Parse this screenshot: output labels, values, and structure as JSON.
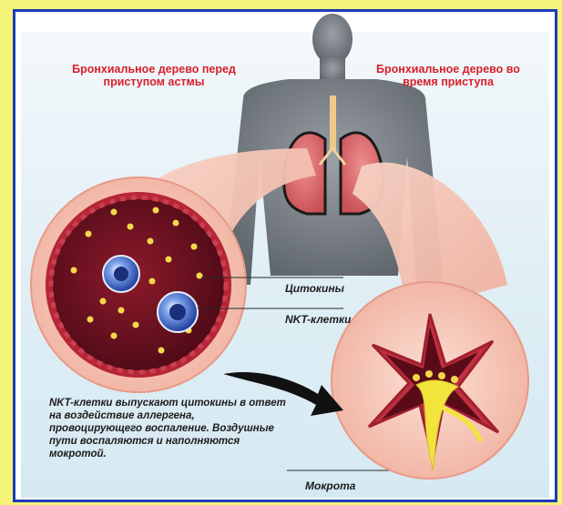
{
  "titles": {
    "before": "Бронхиальное дерево перед приступом астмы",
    "during": "Бронхиальное дерево во время приступа"
  },
  "labels": {
    "cytokines": "Цитокины",
    "nkt_cells": "NKT-клетки",
    "mucus": "Мокрота"
  },
  "caption": "NKT-клетки выпускают цитокины в ответ на воздействие аллергена, провоцирующего воспаление. Воздушные пути воспаляются и наполняются мокротой.",
  "colors": {
    "title_red": "#d8202a",
    "border_blue": "#1a3bb8",
    "outer_yellow": "#f4f47a",
    "tissue_pink": "#f6c6b8",
    "airway_dark": "#6b0f1f",
    "mucus_yellow": "#f2e43a",
    "cell_blue": "#2a58c8"
  },
  "icons": {
    "body": "human-silhouette-icon",
    "lungs": "lungs-icon",
    "arrow": "curved-arrow-icon"
  }
}
